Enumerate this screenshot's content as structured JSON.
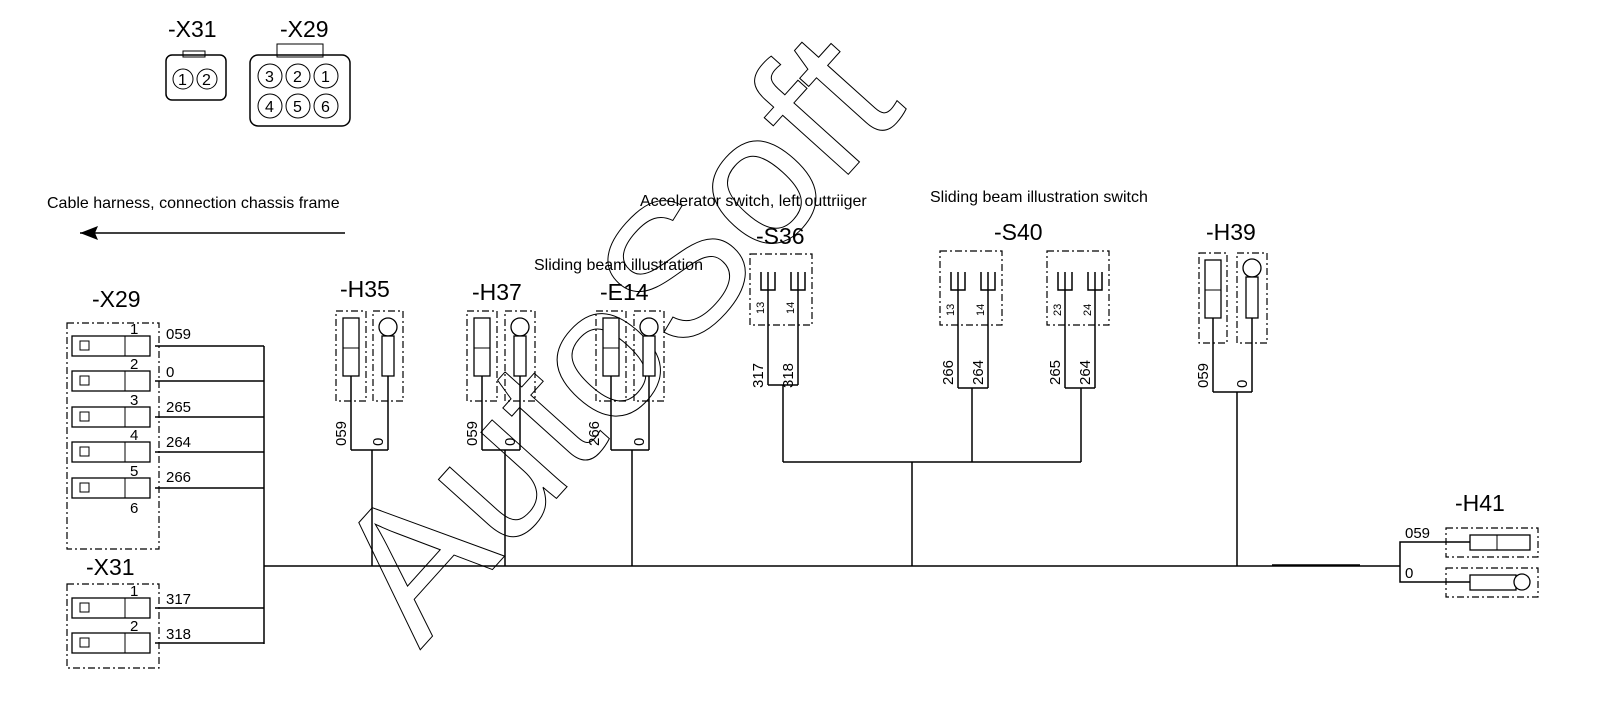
{
  "watermark": "AutoSoft",
  "legend": {
    "x31_title": "-X31",
    "x29_title": "-X29",
    "x31_pins": [
      "1",
      "2"
    ],
    "x29_pins": [
      "3",
      "2",
      "1",
      "4",
      "5",
      "6"
    ]
  },
  "captions": {
    "harness": "Cable harness, connection chassis frame",
    "accel": "Accelerator switch, left outtriiger",
    "sliding_switch": "Sliding beam illustration switch",
    "sliding": "Sliding beam illustration"
  },
  "connector_x29": {
    "title": "-X29",
    "pins": [
      "1",
      "2",
      "3",
      "4",
      "5",
      "6"
    ],
    "wires": [
      "059",
      "0",
      "265",
      "264",
      "266"
    ]
  },
  "connector_x31": {
    "title": "-X31",
    "pins": [
      "1",
      "2"
    ],
    "wires": [
      "317",
      "318"
    ]
  },
  "h35": {
    "title": "-H35",
    "wire_left": "059",
    "wire_right": "0"
  },
  "h37": {
    "title": "-H37",
    "wire_left": "059",
    "wire_right": "0"
  },
  "e14": {
    "title": "-E14",
    "wire_left": "266",
    "wire_right": "0"
  },
  "s36": {
    "title": "-S36",
    "terminals": [
      "13",
      "14"
    ],
    "wires": [
      "317",
      "318"
    ]
  },
  "s40": {
    "title": "-S40",
    "terminals_a": [
      "13",
      "14"
    ],
    "wires_a": [
      "266",
      "264"
    ],
    "terminals_b": [
      "23",
      "24"
    ],
    "wires_b": [
      "265",
      "264"
    ]
  },
  "h39": {
    "title": "-H39",
    "wire_left": "059",
    "wire_right": "0"
  },
  "h41": {
    "title": "-H41",
    "wires": [
      "059",
      "0"
    ]
  }
}
